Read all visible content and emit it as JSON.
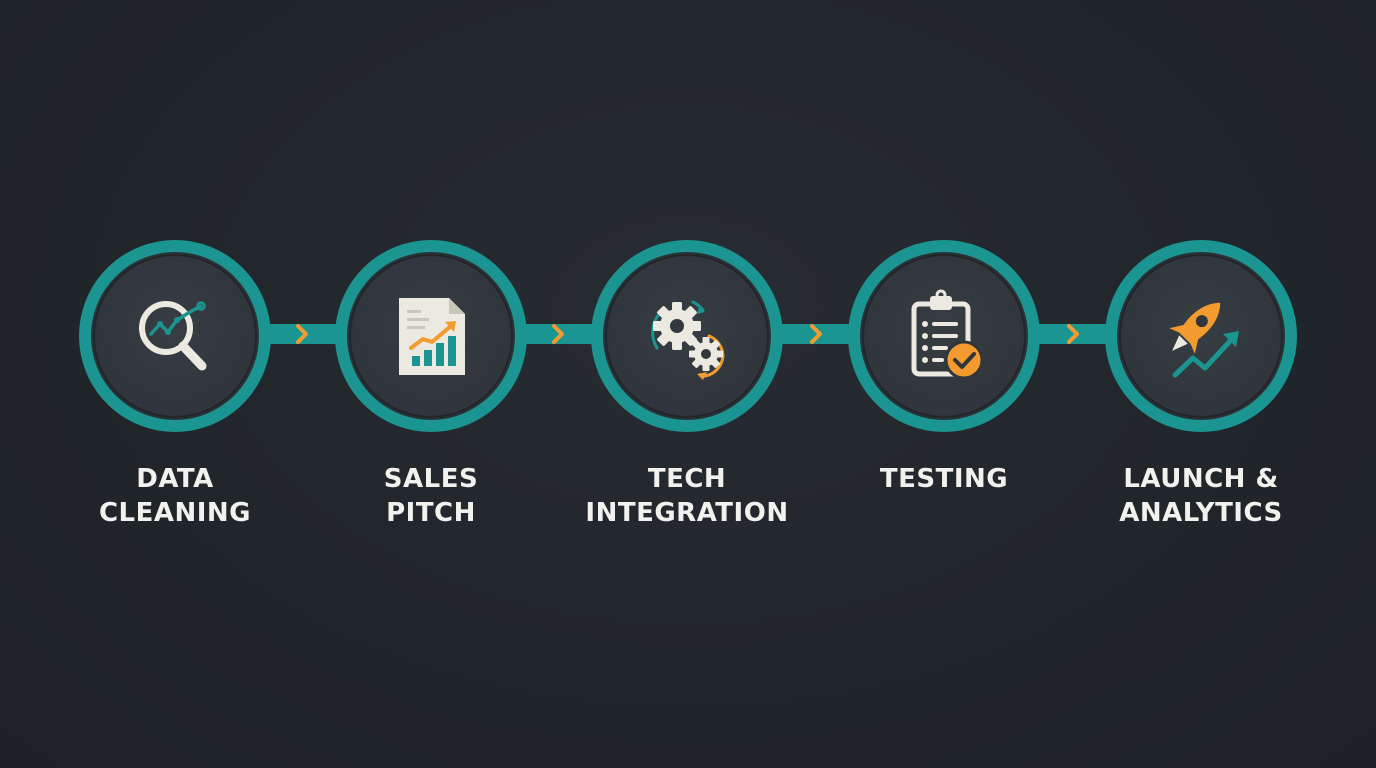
{
  "colors": {
    "background": "#21262b",
    "ring": "#1b9591",
    "arrow": "#f39b2f",
    "icon_light": "#ece9e0",
    "label": "#f1f1ee"
  },
  "steps": [
    {
      "icon": "magnifier-chart-icon",
      "label_lines": [
        "DATA",
        "CLEANING"
      ]
    },
    {
      "icon": "report-chart-icon",
      "label_lines": [
        "SALES",
        "PITCH"
      ]
    },
    {
      "icon": "gears-icon",
      "label_lines": [
        "TECH",
        "INTEGRATION"
      ]
    },
    {
      "icon": "checklist-check-icon",
      "label_lines": [
        "TESTING"
      ]
    },
    {
      "icon": "rocket-growth-icon",
      "label_lines": [
        "LAUNCH &",
        "ANALYTICS"
      ]
    }
  ]
}
